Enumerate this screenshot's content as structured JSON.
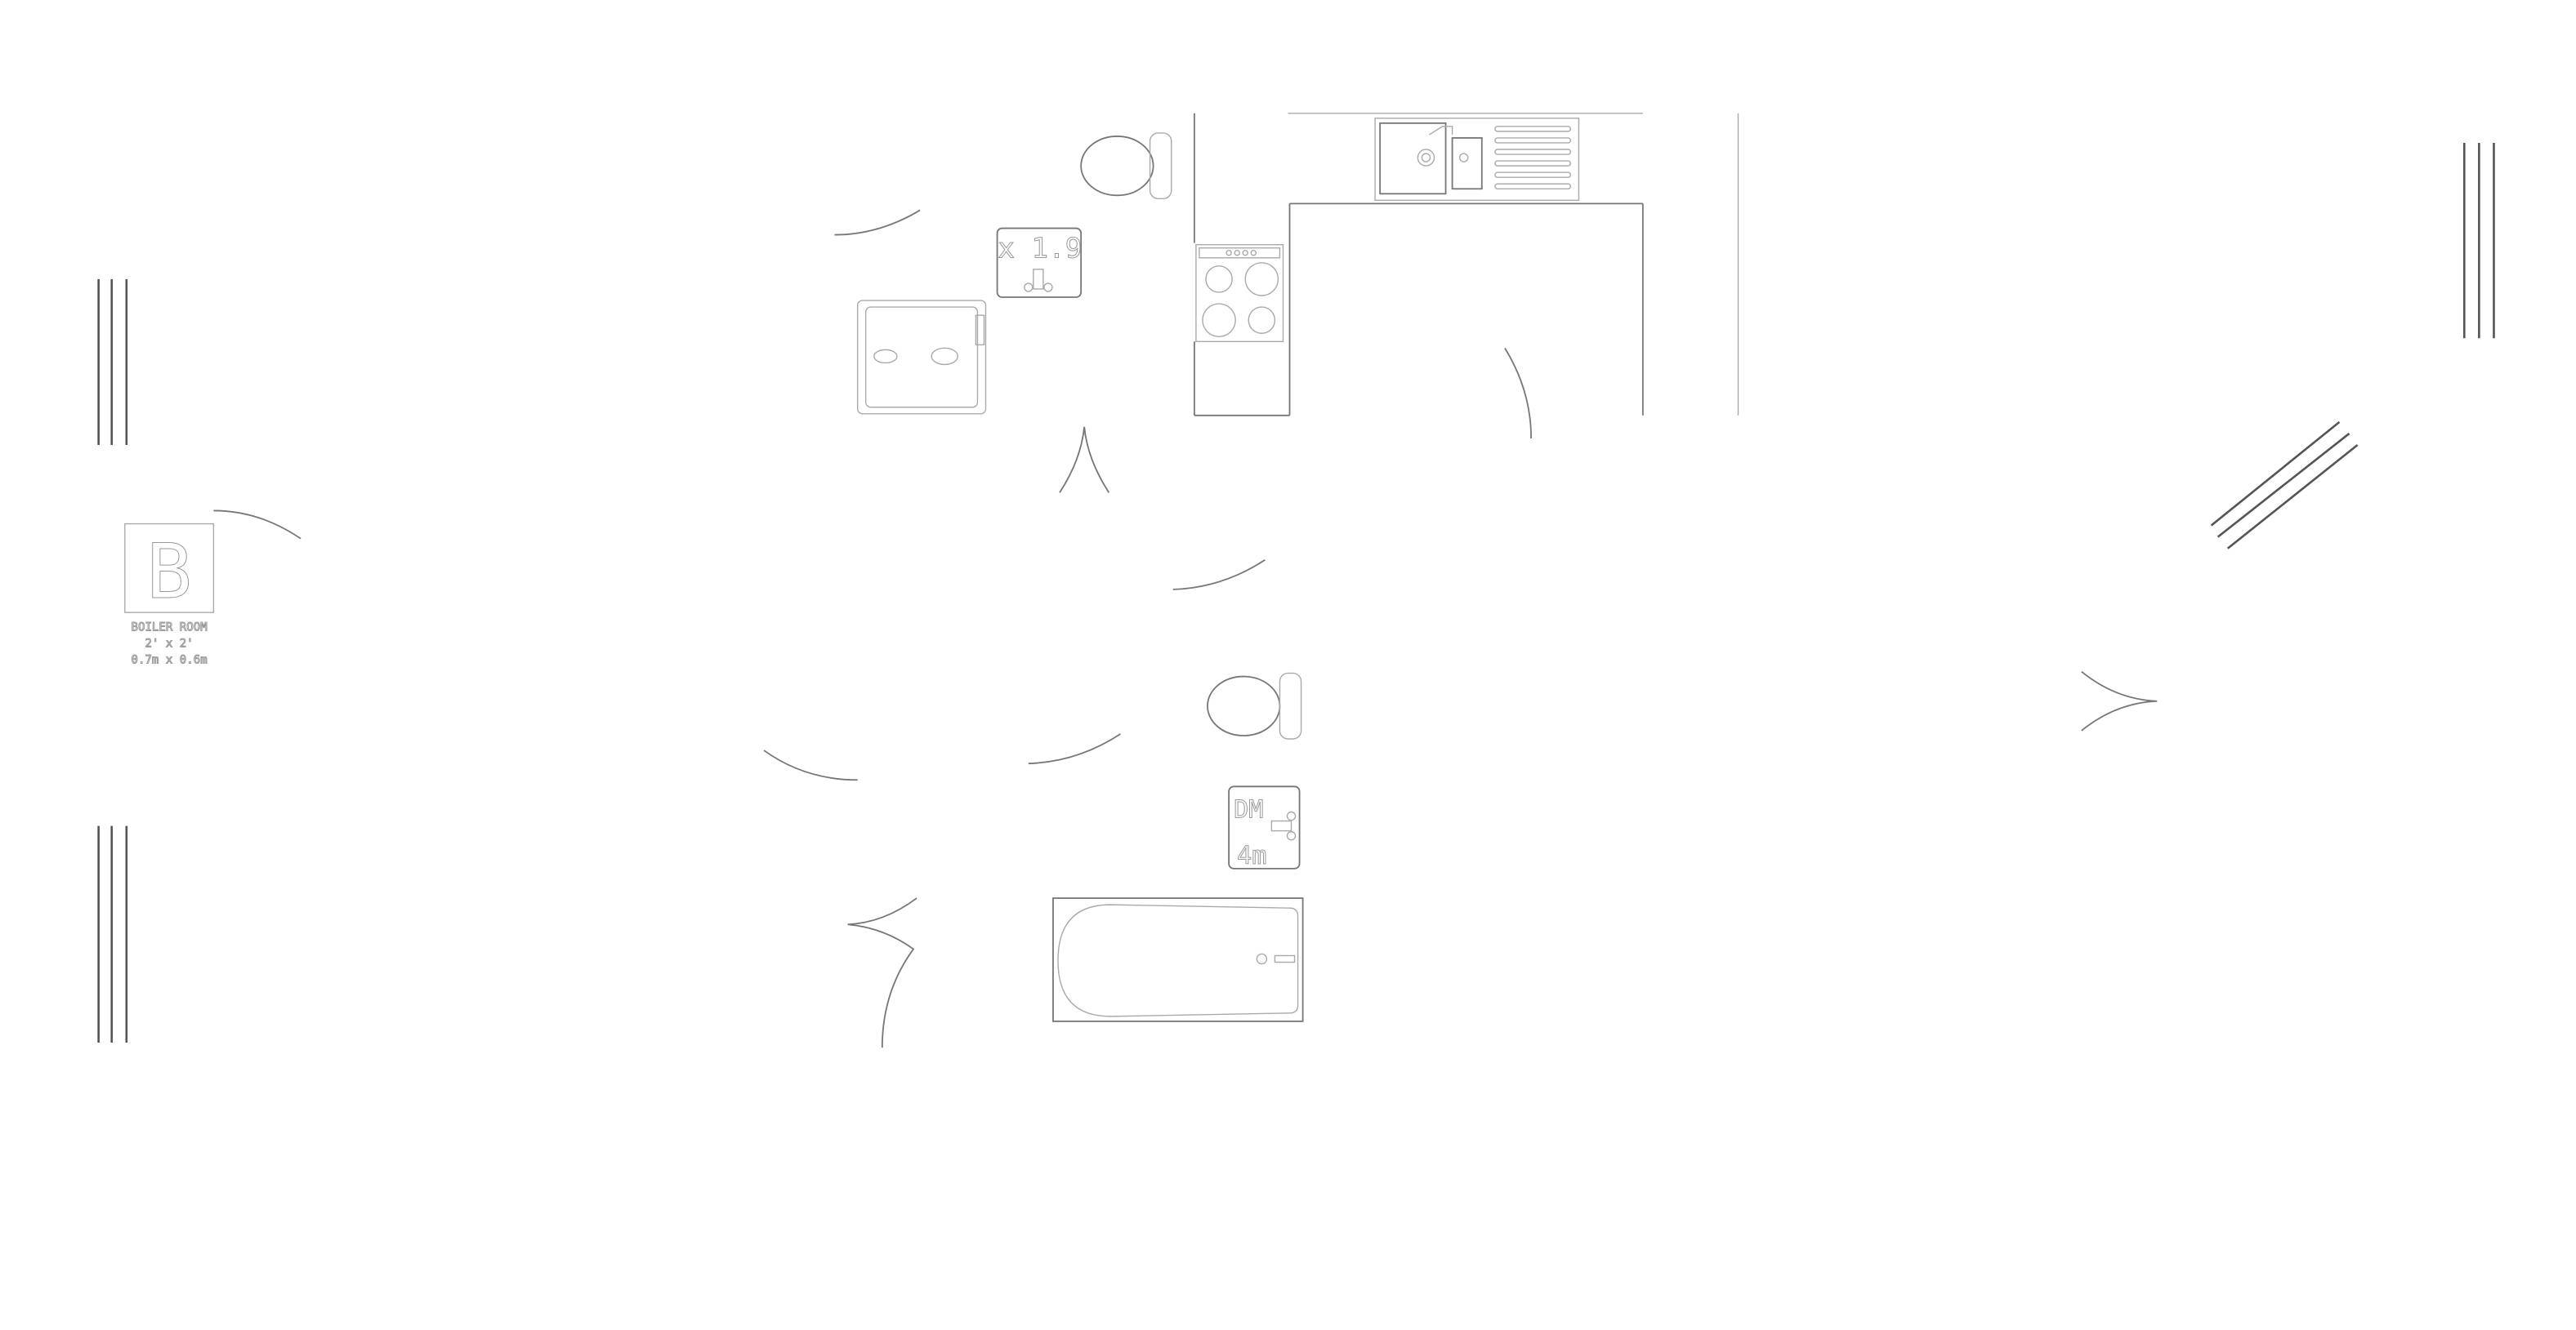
{
  "plan": {
    "boiler_room": {
      "letter": "B",
      "label": "BOILER ROOM",
      "size_ft": "2' x 2'",
      "size_m": "0.7m x 0.6m"
    },
    "sink_label": "x 1.9",
    "basin_label_top": "DM",
    "basin_label_bottom": "4m"
  },
  "colors": {
    "line": "#555555",
    "fixture": "#aaaaaa",
    "background": "#ffffff"
  }
}
